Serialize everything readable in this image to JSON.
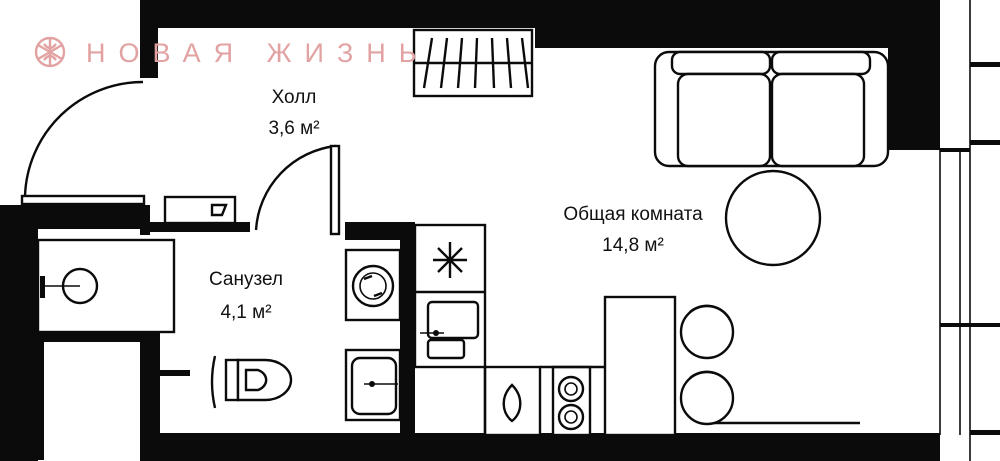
{
  "brand": {
    "name": "НОВАЯ ЖИЗНЬ",
    "icon": "asterisk-flower-logo",
    "color": "#e2a2a2"
  },
  "rooms": [
    {
      "id": "hall",
      "name": "Холл",
      "area": "3,6 м²"
    },
    {
      "id": "bathroom",
      "name": "Санузел",
      "area": "4,1 м²"
    },
    {
      "id": "living",
      "name": "Общая комната",
      "area": "14,8 м²"
    }
  ],
  "colors": {
    "wall": "#0b0b0b",
    "floor": "#ffffff"
  },
  "icons": [
    "sofa-icon",
    "round-table-icon",
    "radiator-icon",
    "washing-machine-icon",
    "sink-icon",
    "toilet-icon",
    "shower-tray-icon",
    "stove-icon",
    "hob-icon",
    "bar-stool-icon",
    "wardrobe-icon",
    "shoe-rack-icon"
  ]
}
